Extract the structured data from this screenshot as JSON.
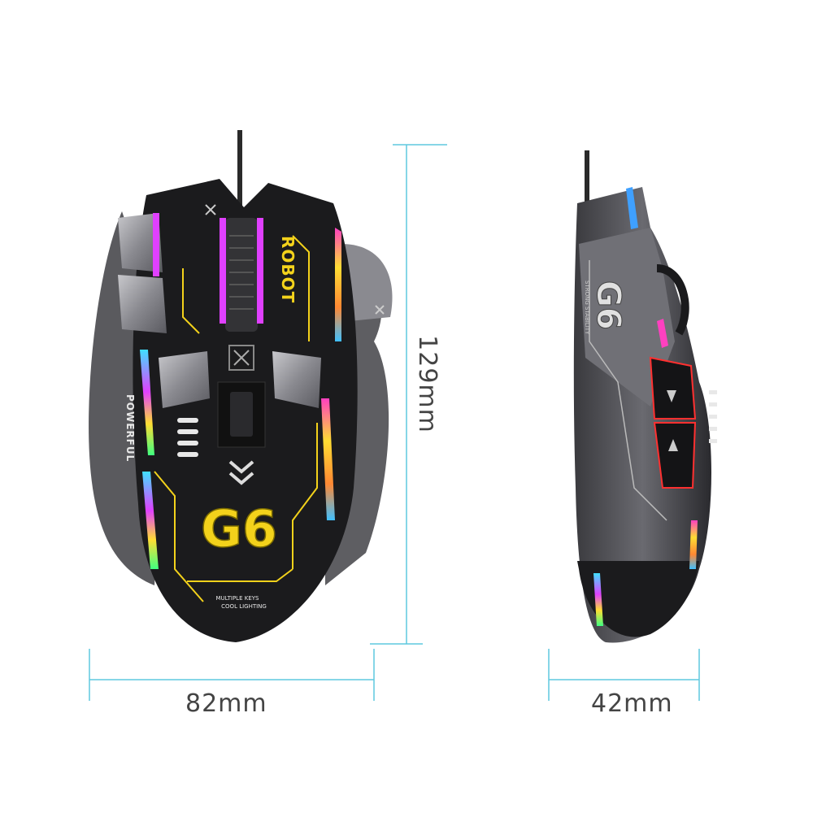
{
  "dimensions": {
    "height_top": "129mm",
    "width_top": "82mm",
    "width_side": "42mm"
  },
  "mouse_top": {
    "model_badge": "G6",
    "brand_strip": "ROBOT",
    "side_strip": "POWERFUL",
    "tagline_line1": "MULTIPLE KEYS",
    "tagline_line2": "COOL LIGHTING"
  },
  "mouse_side": {
    "model_badge": "G6",
    "side_text": "STRONG STABILITY"
  },
  "colors": {
    "dimension_line": "#5ec8df",
    "body_black": "#1b1b1d",
    "body_grey": "#6e6e72",
    "accent_yellow": "#f3d21b",
    "rgb_magenta": "#e040ff",
    "rgb_cyan": "#40e0ff",
    "rgb_red": "#ff3030"
  }
}
